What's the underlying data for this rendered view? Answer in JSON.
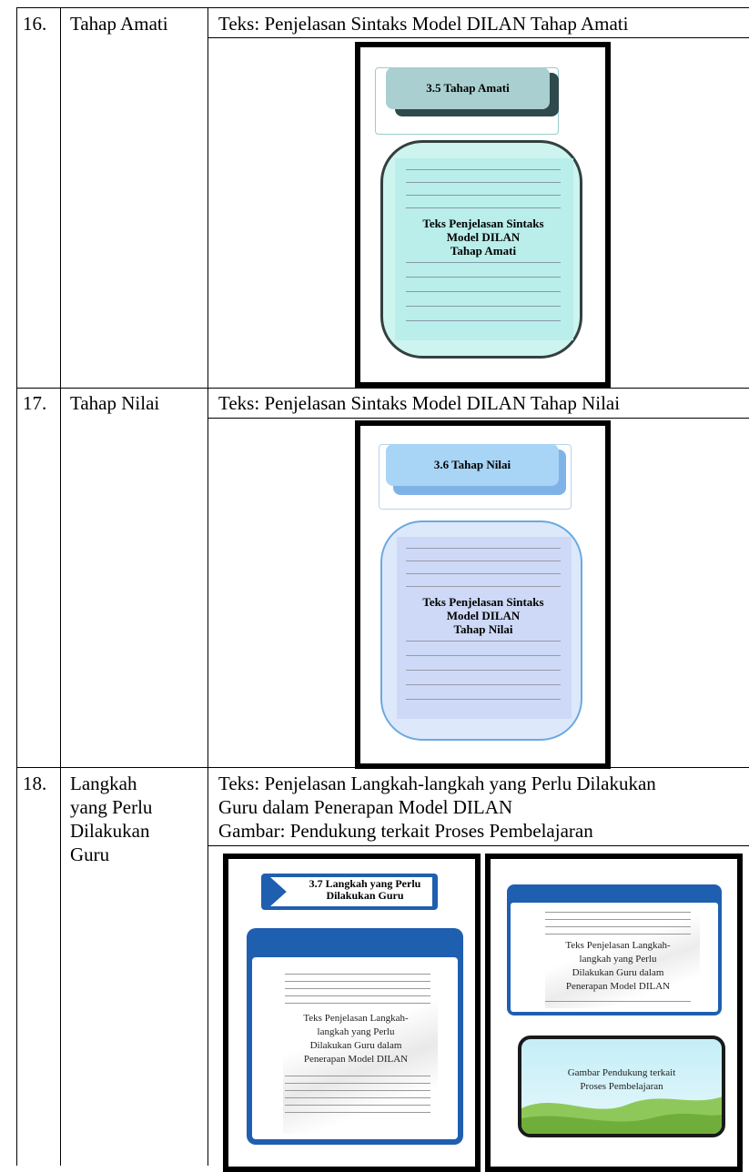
{
  "rows": [
    {
      "number": "16.",
      "name": "Tahap Amati",
      "description": "Teks: Penjelasan Sintaks Model DILAN Tahap Amati",
      "slide": {
        "header": "3.5 Tahap Amati",
        "body_lines": [
          "Teks Penjelasan Sintaks",
          "Model DILAN",
          "Tahap Amati"
        ]
      }
    },
    {
      "number": "17.",
      "name": "Tahap Nilai",
      "description": "Teks: Penjelasan Sintaks Model DILAN Tahap Nilai",
      "slide": {
        "header": "3.6 Tahap Nilai",
        "body_lines": [
          "Teks Penjelasan Sintaks",
          "Model DILAN",
          "Tahap Nilai"
        ]
      }
    },
    {
      "number": "18.",
      "name_lines": [
        "Langkah",
        "yang Perlu",
        "Dilakukan",
        "Guru"
      ],
      "description_lines": [
        "Teks: Penjelasan Langkah-langkah yang Perlu Dilakukan",
        "Guru dalam Penerapan Model DILAN",
        "Gambar: Pendukung terkait Proses Pembelajaran"
      ],
      "slide_left": {
        "header_lines": [
          "3.7 Langkah yang Perlu",
          "Dilakukan Guru"
        ],
        "body_lines": [
          "Teks Penjelasan Langkah-",
          "langkah yang Perlu",
          "Dilakukan Guru dalam",
          "Penerapan Model DILAN"
        ]
      },
      "slide_right": {
        "body_lines": [
          "Teks Penjelasan Langkah-",
          "langkah yang Perlu",
          "Dilakukan Guru dalam",
          "Penerapan Model DILAN"
        ],
        "image_lines": [
          "Gambar Pendukung terkait",
          "Proses Pembelajaran"
        ]
      }
    }
  ],
  "colors": {
    "amati_header": "#a9cfd0",
    "amati_body": "#cdf4ef",
    "nilai_header": "#a8d4f6",
    "nilai_body": "#dde9fb",
    "guru_blue": "#1f5fb0"
  }
}
